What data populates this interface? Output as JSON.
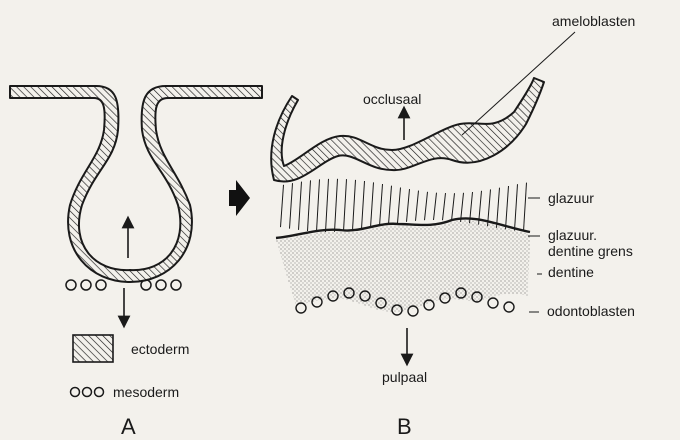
{
  "panel_a": {
    "letter": "A",
    "legend": {
      "ectoderm": "ectoderm",
      "mesoderm": "mesoderm"
    }
  },
  "panel_b": {
    "letter": "B",
    "labels": {
      "ameloblasten": "ameloblasten",
      "occlusaal": "occlusaal",
      "glazuur": "glazuur",
      "grens_line1": "glazuur.",
      "grens_line2": "dentine grens",
      "dentine": "dentine",
      "odontoblasten": "odontoblasten",
      "pulpaal": "pulpaal"
    }
  },
  "colors": {
    "ink": "#1a1a1a",
    "paper": "#f3f1ec"
  }
}
